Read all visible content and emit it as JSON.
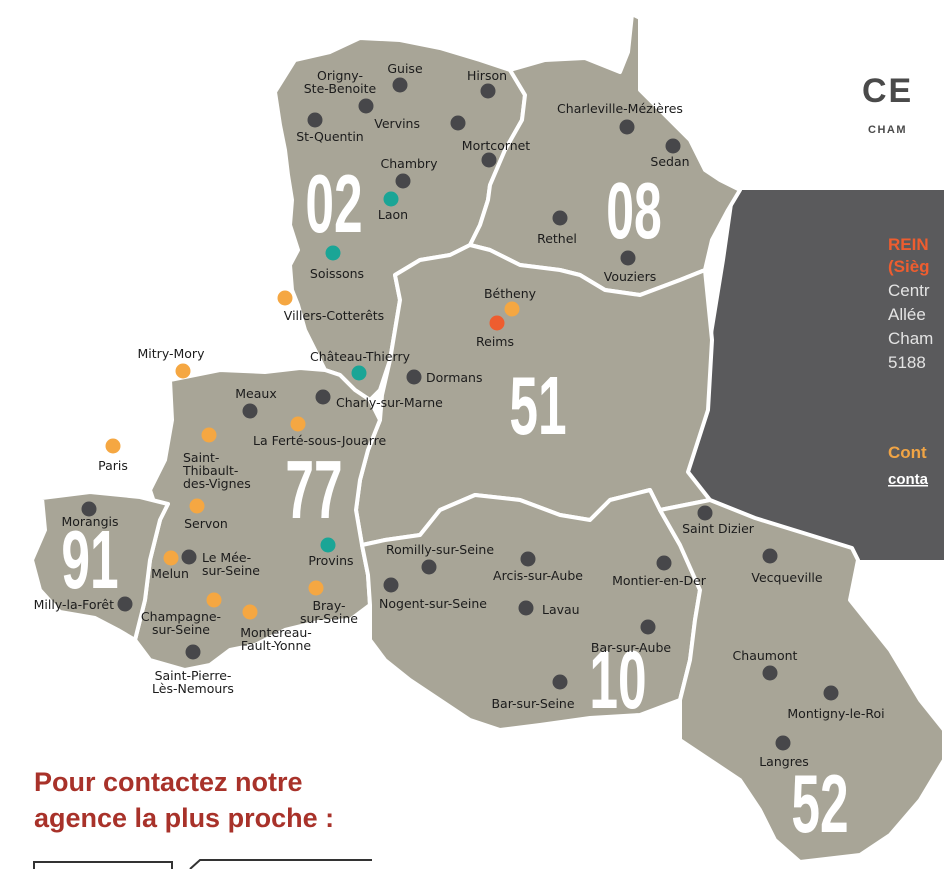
{
  "brand": {
    "name": "CE",
    "subtitle": "CHAM"
  },
  "headquarters": {
    "title_1": "REIN",
    "title_2": "(Sièg",
    "lines": [
      "Centr",
      "Allée",
      "Cham",
      "5188"
    ],
    "contact_label": "Cont",
    "contact_link": "conta"
  },
  "call_to_action": {
    "line_1": "Pour contactez notre",
    "line_2": "agence la plus proche :"
  },
  "colors": {
    "map_fill": "#a8a597",
    "map_border": "#ffffff",
    "agency": "#47474a",
    "partner": "#f5a742",
    "regional": "#1aa596",
    "headquarters": "#ee5d2f",
    "panel": "#5a5a5c",
    "cta_text": "#a8322a"
  },
  "legend_colors": {
    "dark": "#47474a",
    "orange": "#f5a742",
    "teal": "#1aa596",
    "red": "#ee5d2f"
  },
  "departments": [
    {
      "number": "02"
    },
    {
      "number": "08"
    },
    {
      "number": "51"
    },
    {
      "number": "77"
    },
    {
      "number": "91"
    },
    {
      "number": "10"
    },
    {
      "number": "52"
    }
  ],
  "cities": [
    {
      "name": "Guise",
      "type": "dark"
    },
    {
      "name": "Hirson",
      "type": "dark"
    },
    {
      "name": "Origny-\nSte-Benoite",
      "type": "dark"
    },
    {
      "name": "Vervins",
      "type": "dark"
    },
    {
      "name": "St-Quentin",
      "type": "dark"
    },
    {
      "name": "Mortcornet",
      "type": "dark"
    },
    {
      "name": "Chambry",
      "type": "dark"
    },
    {
      "name": "Laon",
      "type": "teal"
    },
    {
      "name": "Soissons",
      "type": "teal"
    },
    {
      "name": "Villers-Cotterêts",
      "type": "orange"
    },
    {
      "name": "Charleville-Mézières",
      "type": "dark"
    },
    {
      "name": "Sedan",
      "type": "dark"
    },
    {
      "name": "Rethel",
      "type": "dark"
    },
    {
      "name": "Vouziers",
      "type": "dark"
    },
    {
      "name": "Bétheny",
      "type": "orange"
    },
    {
      "name": "Reims",
      "type": "red"
    },
    {
      "name": "Château-Thierry",
      "type": "teal"
    },
    {
      "name": "Dormans",
      "type": "dark"
    },
    {
      "name": "Charly-sur-Marne",
      "type": "dark"
    },
    {
      "name": "Mitry-Mory",
      "type": "orange"
    },
    {
      "name": "Meaux",
      "type": "dark"
    },
    {
      "name": "La Ferté-sous-Jouarre",
      "type": "orange"
    },
    {
      "name": "Paris",
      "type": "orange"
    },
    {
      "name": "Saint-\nThibault-\ndes-Vignes",
      "type": "orange"
    },
    {
      "name": "Servon",
      "type": "orange"
    },
    {
      "name": "Morangis",
      "type": "dark"
    },
    {
      "name": "Le Mée-\nsur-Seine",
      "type": "dark"
    },
    {
      "name": "Melun",
      "type": "orange"
    },
    {
      "name": "Milly-la-Forêt",
      "type": "dark"
    },
    {
      "name": "Champagne-\nsur-Seine",
      "type": "orange"
    },
    {
      "name": "Montereau-\nFault-Yonne",
      "type": "orange"
    },
    {
      "name": "Provins",
      "type": "teal"
    },
    {
      "name": "Bray-\nsur-Seine",
      "type": "orange"
    },
    {
      "name": "Saint-Pierre-\nLès-Nemours",
      "type": "dark"
    },
    {
      "name": "Romilly-sur-Seine",
      "type": "dark"
    },
    {
      "name": "Arcis-sur-Aube",
      "type": "dark"
    },
    {
      "name": "Nogent-sur-Seine",
      "type": "dark"
    },
    {
      "name": "Lavau",
      "type": "dark"
    },
    {
      "name": "Bar-sur-Aube",
      "type": "dark"
    },
    {
      "name": "Bar-sur-Seine",
      "type": "dark"
    },
    {
      "name": "Saint Dizier",
      "type": "dark"
    },
    {
      "name": "Montier-en-Der",
      "type": "dark"
    },
    {
      "name": "Vecqueville",
      "type": "dark"
    },
    {
      "name": "Chaumont",
      "type": "dark"
    },
    {
      "name": "Montigny-le-Roi",
      "type": "dark"
    },
    {
      "name": "Langres",
      "type": "dark"
    }
  ]
}
